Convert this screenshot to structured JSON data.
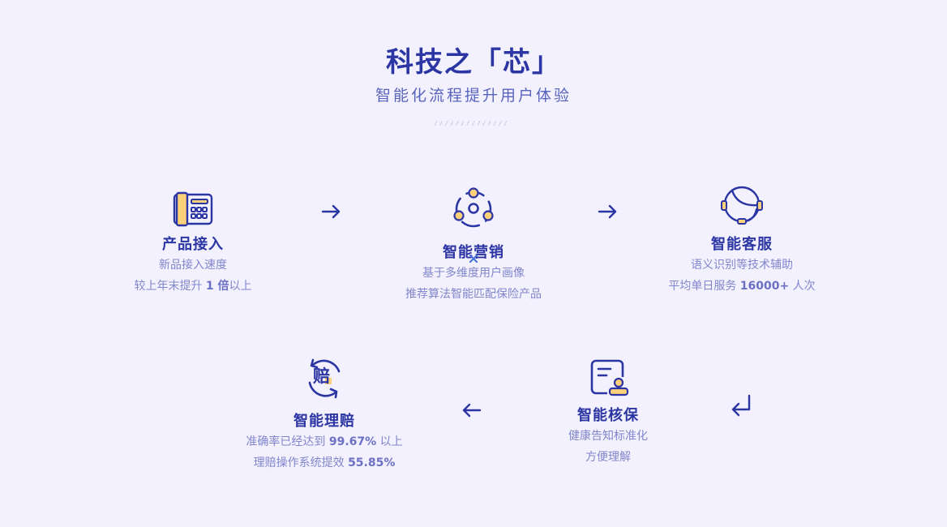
{
  "header": {
    "title": "科技之「芯」",
    "subtitle": "智能化流程提升用户体验"
  },
  "colors": {
    "background": "#f3f1fd",
    "primary": "#2b35a3",
    "accent": "#fdd07a",
    "text_muted": "#8086cc"
  },
  "steps": [
    {
      "icon": "telephone-icon",
      "name": "产品接入",
      "line1": "新品接入速度",
      "line2_pre": "较上年末提升 ",
      "line2_value": "1 倍",
      "line2_post": "以上"
    },
    {
      "icon": "network-nodes-icon",
      "name": "智能营销",
      "line1": "基于多维度用户画像",
      "line2_pre": "推荐算法智能匹配保险产品",
      "line2_value": "",
      "line2_post": ""
    },
    {
      "icon": "headset-agent-icon",
      "name": "智能客服",
      "line1": "语义识别等技术辅助",
      "line2_pre": "平均单日服务 ",
      "line2_value": "16000+",
      "line2_post": " 人次"
    },
    {
      "icon": "document-user-icon",
      "name": "智能核保",
      "line1": "健康告知标准化",
      "line2_pre": "方便理解",
      "line2_value": "",
      "line2_post": ""
    },
    {
      "icon": "claim-refresh-icon",
      "name": "智能理赔",
      "line1_pre": "准确率已经达到 ",
      "line1_value": "99.67%",
      "line1_post": " 以上",
      "line2_pre": "理赔操作系统提效 ",
      "line2_value": "55.85%",
      "line2_post": ""
    }
  ],
  "claim_glyph": "赔",
  "arrows": [
    "arrow-right",
    "arrow-right",
    "arrow-return-left",
    "arrow-left"
  ]
}
